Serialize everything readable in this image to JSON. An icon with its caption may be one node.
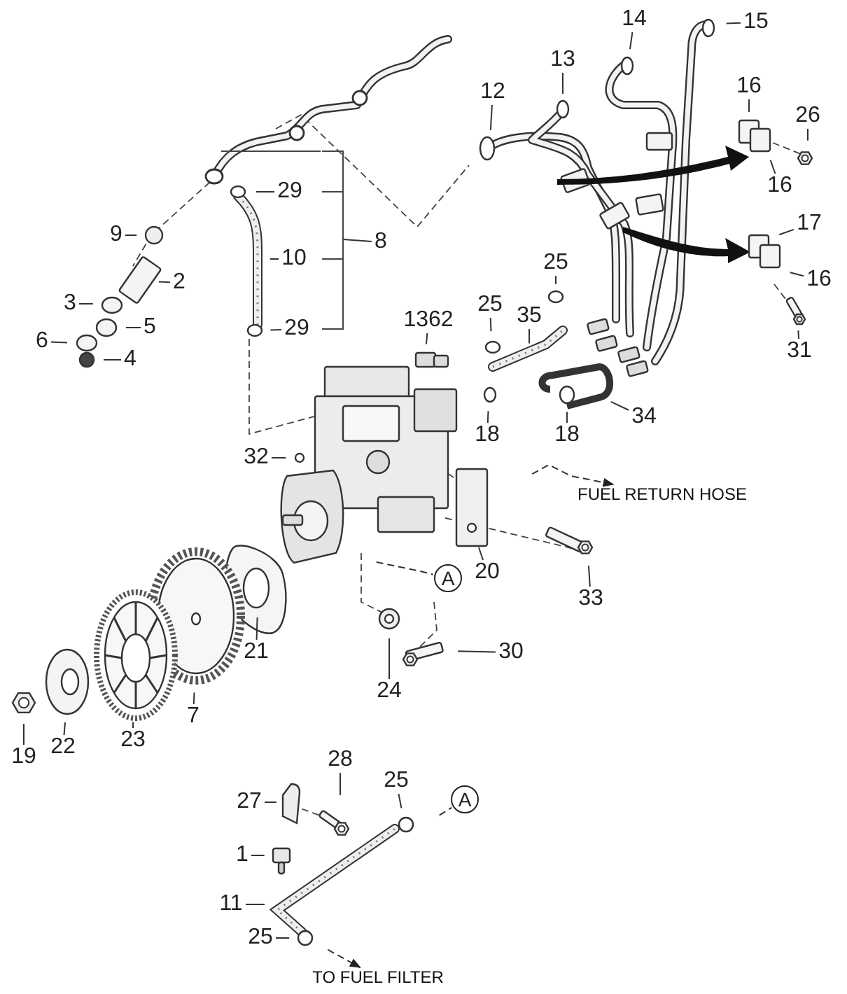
{
  "diagram": {
    "nodes": [
      {
        "text": [
          "14"
        ]
      },
      {
        "text": [
          "15"
        ]
      },
      {
        "text": [
          "13"
        ]
      },
      {
        "text": [
          "12"
        ]
      },
      {
        "text": [
          "16"
        ]
      },
      {
        "text": [
          "26"
        ]
      },
      {
        "text": [
          "16"
        ]
      },
      {
        "text": [
          "9"
        ]
      },
      {
        "text": [
          "29"
        ]
      },
      {
        "text": [
          "2"
        ]
      },
      {
        "text": [
          "8"
        ]
      },
      {
        "text": [
          "10"
        ]
      },
      {
        "text": [
          "3"
        ]
      },
      {
        "text": [
          "25"
        ]
      },
      {
        "text": [
          "17"
        ]
      },
      {
        "text": [
          "5"
        ]
      },
      {
        "text": [
          "29"
        ]
      },
      {
        "text": [
          "1362"
        ]
      },
      {
        "text": [
          "16"
        ]
      },
      {
        "text": [
          "25"
        ]
      },
      {
        "text": [
          "35"
        ]
      },
      {
        "text": [
          "6"
        ]
      },
      {
        "text": [
          "4"
        ]
      },
      {
        "text": [
          "31"
        ]
      },
      {
        "text": [
          "34"
        ]
      },
      {
        "text": [
          "18"
        ]
      },
      {
        "text": [
          "18"
        ]
      },
      {
        "text": [
          "32"
        ]
      },
      {
        "text": [
          "FUEL RETURN HOSE"
        ]
      },
      {
        "text": [
          "A"
        ]
      },
      {
        "text": [
          "20"
        ]
      },
      {
        "text": [
          "33"
        ]
      },
      {
        "text": [
          "21"
        ]
      },
      {
        "text": [
          "30"
        ]
      },
      {
        "text": [
          "24"
        ]
      },
      {
        "text": [
          "7"
        ]
      },
      {
        "text": [
          "23"
        ]
      },
      {
        "text": [
          "22"
        ]
      },
      {
        "text": [
          "19"
        ]
      },
      {
        "text": [
          "28"
        ]
      },
      {
        "text": [
          "27"
        ]
      },
      {
        "text": [
          "25"
        ]
      },
      {
        "text": [
          "A"
        ]
      },
      {
        "text": [
          "1"
        ]
      },
      {
        "text": [
          "11"
        ]
      },
      {
        "text": [
          "25"
        ]
      },
      {
        "text": [
          "TO FUEL FILTER"
        ]
      },
      {
        "text": [],
        "shape": "bracket"
      }
    ],
    "edges": [
      {
        "from": 0,
        "to": null,
        "arrow": "none"
      },
      {
        "from": 1,
        "to": null,
        "arrow": "none"
      },
      {
        "from": 2,
        "to": null,
        "arrow": "none"
      },
      {
        "from": 3,
        "to": null,
        "arrow": "none"
      },
      {
        "from": 4,
        "to": null,
        "arrow": "none"
      },
      {
        "from": 5,
        "to": null,
        "arrow": "none"
      },
      {
        "from": 6,
        "to": null,
        "arrow": "none"
      },
      {
        "from": 7,
        "to": null,
        "arrow": "none"
      },
      {
        "from": 8,
        "to": null,
        "arrow": "none"
      },
      {
        "from": 9,
        "to": null,
        "arrow": "none"
      },
      {
        "from": 10,
        "to": 47,
        "arrow": "none"
      },
      {
        "from": 11,
        "to": null,
        "arrow": "none"
      },
      {
        "from": 12,
        "to": null,
        "arrow": "none"
      },
      {
        "from": 13,
        "to": null,
        "arrow": "none"
      },
      {
        "from": 14,
        "to": null,
        "arrow": "none"
      },
      {
        "from": 15,
        "to": null,
        "arrow": "none"
      },
      {
        "from": 16,
        "to": null,
        "arrow": "none"
      },
      {
        "from": 17,
        "to": null,
        "arrow": "none"
      },
      {
        "from": 18,
        "to": null,
        "arrow": "none"
      },
      {
        "from": 19,
        "to": null,
        "arrow": "none"
      },
      {
        "from": 20,
        "to": null,
        "arrow": "none"
      },
      {
        "from": 21,
        "to": null,
        "arrow": "none"
      },
      {
        "from": 22,
        "to": null,
        "arrow": "none"
      },
      {
        "from": 23,
        "to": null,
        "arrow": "none"
      },
      {
        "from": 24,
        "to": null,
        "arrow": "none"
      },
      {
        "from": 25,
        "to": null,
        "arrow": "none"
      },
      {
        "from": 26,
        "to": null,
        "arrow": "none"
      },
      {
        "from": 27,
        "to": null,
        "arrow": "none"
      },
      {
        "from": null,
        "to": 28,
        "arrow": "to",
        "style": "dashed"
      },
      {
        "from": null,
        "to": 29,
        "arrow": "none",
        "style": "dashed"
      },
      {
        "from": 30,
        "to": null,
        "arrow": "none"
      },
      {
        "from": 31,
        "to": null,
        "arrow": "none"
      },
      {
        "from": 32,
        "to": null,
        "arrow": "none"
      },
      {
        "from": 33,
        "to": null,
        "arrow": "none"
      },
      {
        "from": 34,
        "to": null,
        "arrow": "none"
      },
      {
        "from": 35,
        "to": null,
        "arrow": "none"
      },
      {
        "from": 36,
        "to": null,
        "arrow": "none"
      },
      {
        "from": 37,
        "to": null,
        "arrow": "none"
      },
      {
        "from": 38,
        "to": null,
        "arrow": "none"
      },
      {
        "from": 39,
        "to": null,
        "arrow": "none"
      },
      {
        "from": 40,
        "to": null,
        "arrow": "none"
      },
      {
        "from": 41,
        "to": null,
        "arrow": "none"
      },
      {
        "from": null,
        "to": 42,
        "arrow": "none",
        "style": "dashed"
      },
      {
        "from": 43,
        "to": null,
        "arrow": "none"
      },
      {
        "from": 44,
        "to": null,
        "arrow": "none"
      },
      {
        "from": 45,
        "to": null,
        "arrow": "none"
      },
      {
        "from": null,
        "to": 46,
        "arrow": "to",
        "style": "dashed"
      }
    ]
  }
}
